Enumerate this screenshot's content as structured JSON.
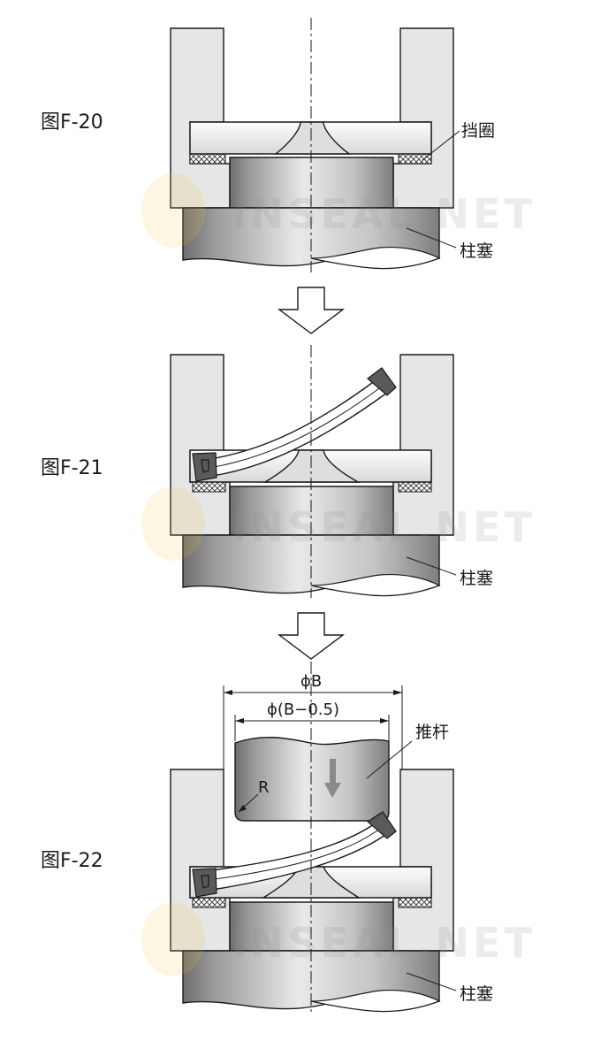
{
  "figures": [
    {
      "label": "图F-20",
      "callout_top": "挡圈",
      "callout_bottom": "柱塞"
    },
    {
      "label": "图F-21",
      "callout_bottom": "柱塞"
    },
    {
      "label": "图F-22",
      "callout_bottom": "柱塞",
      "callout_push_rod": "推杆",
      "dim_outer": "ϕB",
      "dim_inner": "ϕ(B−0.5)",
      "radius_label": "R"
    }
  ],
  "watermark": "INSEAL.NET",
  "colors": {
    "body_fill": "#e6e6e6",
    "outline": "#1a1a1a",
    "hatch": "#333333",
    "seal": "#595959",
    "watermark": "#f4c542"
  }
}
